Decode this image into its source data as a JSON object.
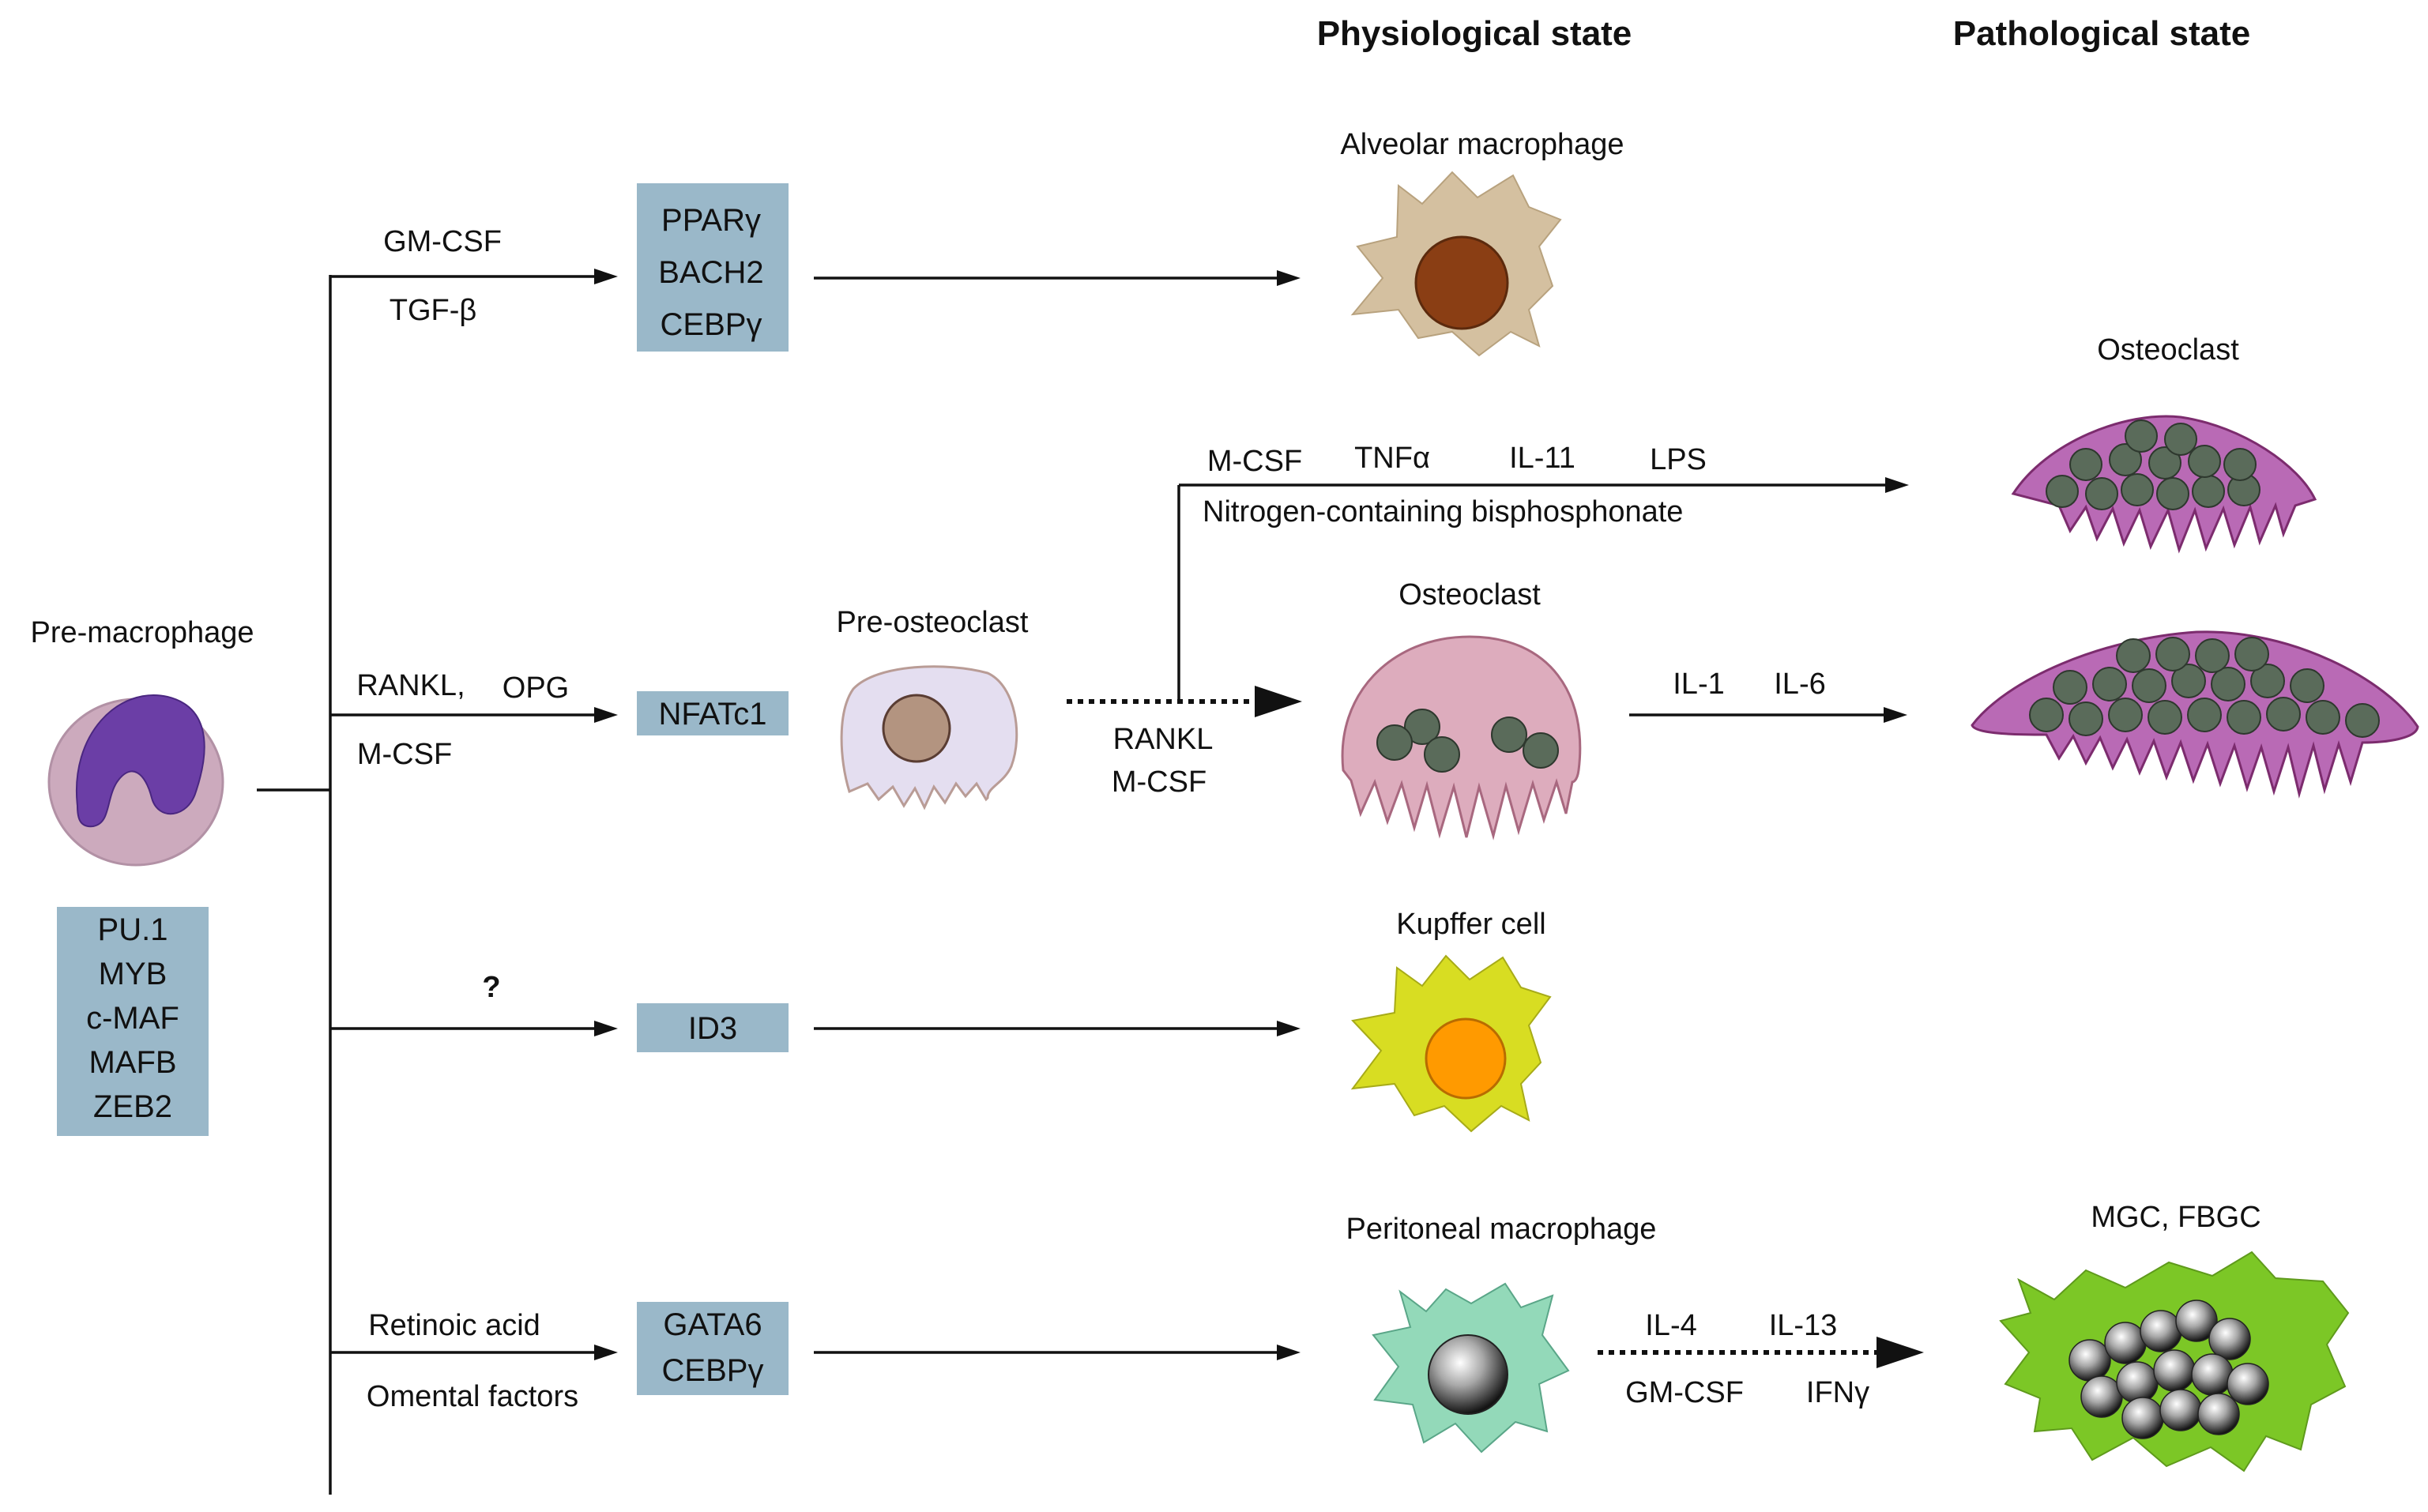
{
  "headers": {
    "physiological": "Physiological state",
    "pathological": "Pathological state"
  },
  "source": {
    "label": "Pre-macrophage",
    "factors": [
      "PU.1",
      "MYB",
      "c-MAF",
      "MAFB",
      "ZEB2"
    ]
  },
  "branch_alveolar": {
    "signal_1": "GM-CSF",
    "signal_2": "TGF-β",
    "tf": [
      "PPARγ",
      "BACH2",
      "CEBPγ"
    ],
    "target": "Alveolar macrophage"
  },
  "branch_osteoclast": {
    "signal_1": "RANKL,",
    "signal_2": "OPG",
    "signal_3": "M-CSF",
    "tf": [
      "NFATc1"
    ],
    "intermediate": "Pre-osteoclast",
    "step_1": "RANKL",
    "step_2": "M-CSF",
    "target": "Osteoclast",
    "pathology_signal_1": "M-CSF",
    "pathology_signal_2": "TNFα",
    "pathology_signal_3": "IL-11",
    "pathology_signal_4": "LPS",
    "pathology_signal_5": "Nitrogen-containing bisphosphonate",
    "pathology_target": "Osteoclast",
    "cyto_1": "IL-1",
    "cyto_2": "IL-6"
  },
  "branch_kupffer": {
    "signal": "?",
    "tf": [
      "ID3"
    ],
    "target": "Kupffer cell"
  },
  "branch_peritoneal": {
    "signal_1": "Retinoic acid",
    "signal_2": "Omental factors",
    "tf": [
      "GATA6",
      "CEBPγ"
    ],
    "target": "Peritoneal macrophage",
    "cyto_1": "IL-4",
    "cyto_2": "IL-13",
    "cyto_3": "GM-CSF",
    "cyto_4": "IFNγ",
    "pathology_target": "MGC, FBGC"
  },
  "colors": {
    "box": "#9ab8c9",
    "alveolar_body": "#d4c0a0",
    "alveolar_nucleus": "#8a3e14",
    "osteoclast_body": "#ddacbd",
    "patho_osteoclast_body": "#b96ab5",
    "osteo_nucleus": "#5a6b5a",
    "kupffer_body": "#d8dd22",
    "kupffer_nucleus": "#ff9a00",
    "peritoneal_body": "#93d9b9",
    "mgc_body": "#7cc726",
    "premac_body": "#ccaabd",
    "premac_nucleus": "#6b3ea6",
    "preosteo_body": "#e4def0",
    "preosteo_nucleus": "#b39480"
  }
}
